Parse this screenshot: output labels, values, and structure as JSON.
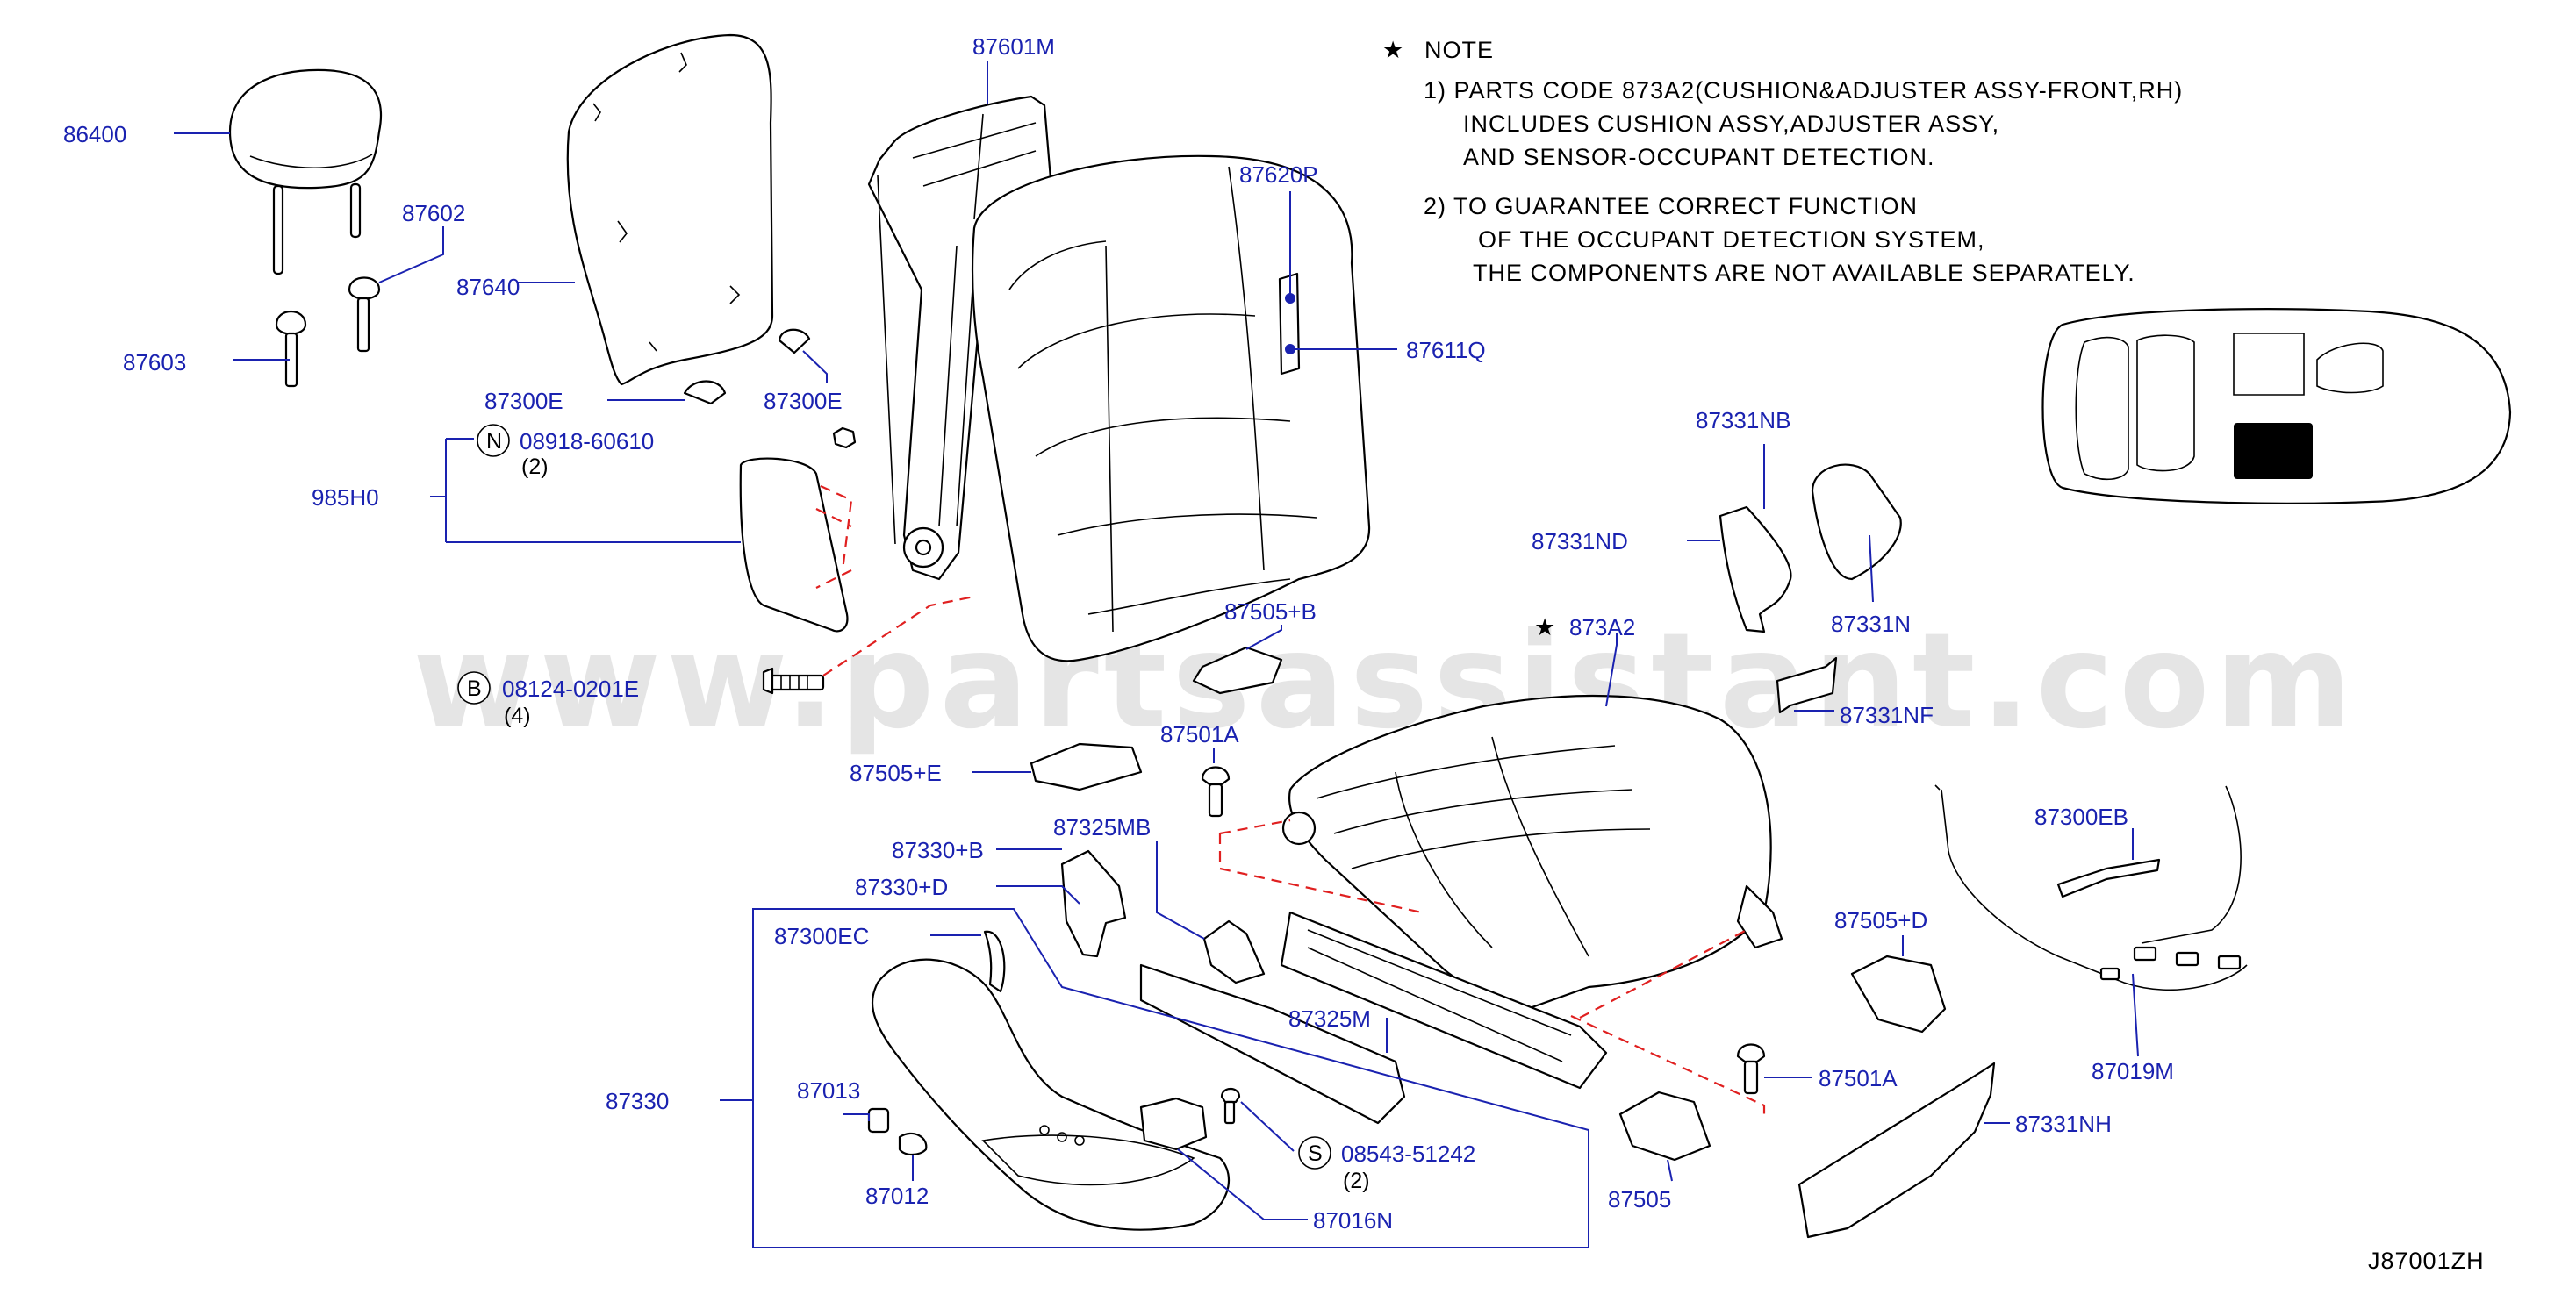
{
  "diagram_code": "J87001ZH",
  "watermark": "www.partsassistant.com",
  "note": {
    "star": "★",
    "title": "NOTE",
    "line1": "1)  PARTS  CODE  873A2(CUSHION&ADJUSTER  ASSY-FRONT,RH)",
    "line2": "INCLUDES  CUSHION  ASSY,ADJUSTER  ASSY,",
    "line3": "AND  SENSOR-OCCUPANT  DETECTION.",
    "line4": "2)  TO  GUARANTEE  CORRECT  FUNCTION",
    "line5": "OF  THE  OCCUPANT  DETECTION  SYSTEM,",
    "line6": "THE  COMPONENTS  ARE  NOT  AVAILABLE  SEPARATELY."
  },
  "symbols": {
    "n": "N",
    "b": "B",
    "s": "S",
    "star": "★"
  },
  "labels": {
    "p86400": "86400",
    "p87602": "87602",
    "p87640": "87640",
    "p87603": "87603",
    "p87601M": "87601M",
    "p87620P": "87620P",
    "p87611Q": "87611Q",
    "p87300E_a": "87300E",
    "p87300E_b": "87300E",
    "p08918": "08918-60610",
    "q08918": "(2)",
    "p985H0": "985H0",
    "p08124": "08124-0201E",
    "q08124": "(4)",
    "p87331NB": "87331NB",
    "p87331ND": "87331ND",
    "p87331N": "87331N",
    "p87331NF": "87331NF",
    "p87505B": "87505+B",
    "p873A2": "873A2",
    "p87505E": "87505+E",
    "p87501A_a": "87501A",
    "p87330B": "87330+B",
    "p87325MB": "87325MB",
    "p87330D": "87330+D",
    "p87300EC": "87300EC",
    "p87300EB": "87300EB",
    "p87505D": "87505+D",
    "p87019M": "87019M",
    "p87325M": "87325M",
    "p87330": "87330",
    "p87013": "87013",
    "p87012": "87012",
    "p08543": "08543-51242",
    "q08543": "(2)",
    "p87016N": "87016N",
    "p87501A_b": "87501A",
    "p87331NH": "87331NH",
    "p87505": "87505"
  }
}
